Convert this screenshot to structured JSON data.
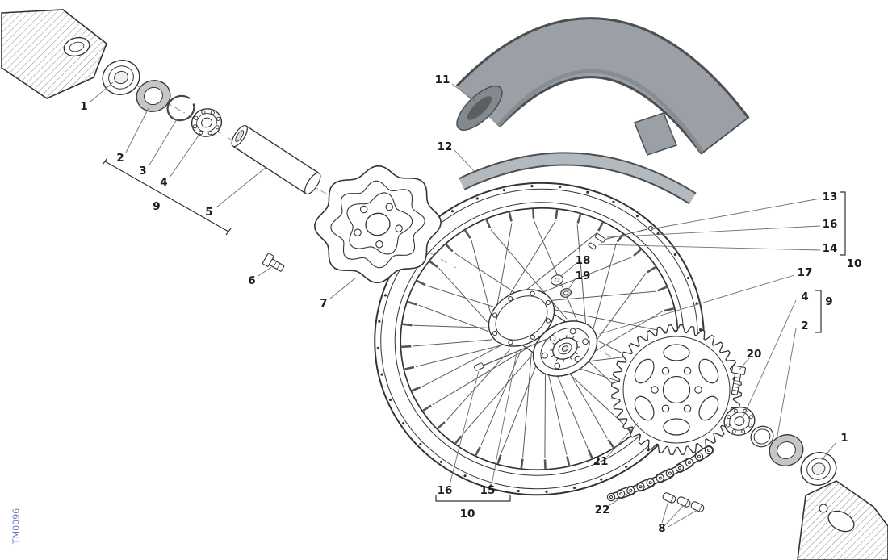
{
  "watermark": "TM0096",
  "colors": {
    "edge": "#4c5054",
    "tire": "#9aa0a5",
    "tire_dark": "#84898d",
    "tire_bore": "#5a5f63",
    "band": "#b4b9bd",
    "line": "#333333",
    "leader": "#6f6f6f",
    "label": "#1b1b1b",
    "watermark": "#6b79c8"
  },
  "callouts": [
    {
      "part": "1",
      "item": "bearing-left"
    },
    {
      "part": "2",
      "item": "seal-left"
    },
    {
      "part": "3",
      "item": "circlip"
    },
    {
      "part": "4",
      "item": "bearing-inner-left"
    },
    {
      "part": "9",
      "item": "bearing-kit-left"
    },
    {
      "part": "5",
      "item": "axle-spacer"
    },
    {
      "part": "6",
      "item": "disc-bolt"
    },
    {
      "part": "7",
      "item": "brake-disc"
    },
    {
      "part": "11",
      "item": "tyre"
    },
    {
      "part": "12",
      "item": "rim-band"
    },
    {
      "part": "13",
      "item": "rim"
    },
    {
      "part": "16",
      "item": "spoke-nipple-upper"
    },
    {
      "part": "14",
      "item": "nipple-washer"
    },
    {
      "part": "10",
      "item": "wheel-assembly-right"
    },
    {
      "part": "18",
      "item": "washer-small"
    },
    {
      "part": "19",
      "item": "washer-small-2"
    },
    {
      "part": "17",
      "item": "hub-carrier"
    },
    {
      "part": "4",
      "item": "bearing-right"
    },
    {
      "part": "9",
      "item": "bearing-kit-right"
    },
    {
      "part": "2",
      "item": "seal-right"
    },
    {
      "part": "20",
      "item": "sprocket-bolt"
    },
    {
      "part": "21",
      "item": "sprocket"
    },
    {
      "part": "1",
      "item": "bearing-far-right"
    },
    {
      "part": "22",
      "item": "chain"
    },
    {
      "part": "8",
      "item": "spacers"
    },
    {
      "part": "16",
      "item": "spoke-nipple-lower"
    },
    {
      "part": "15",
      "item": "spoke"
    },
    {
      "part": "10",
      "item": "wheel-assembly-bottom"
    }
  ]
}
